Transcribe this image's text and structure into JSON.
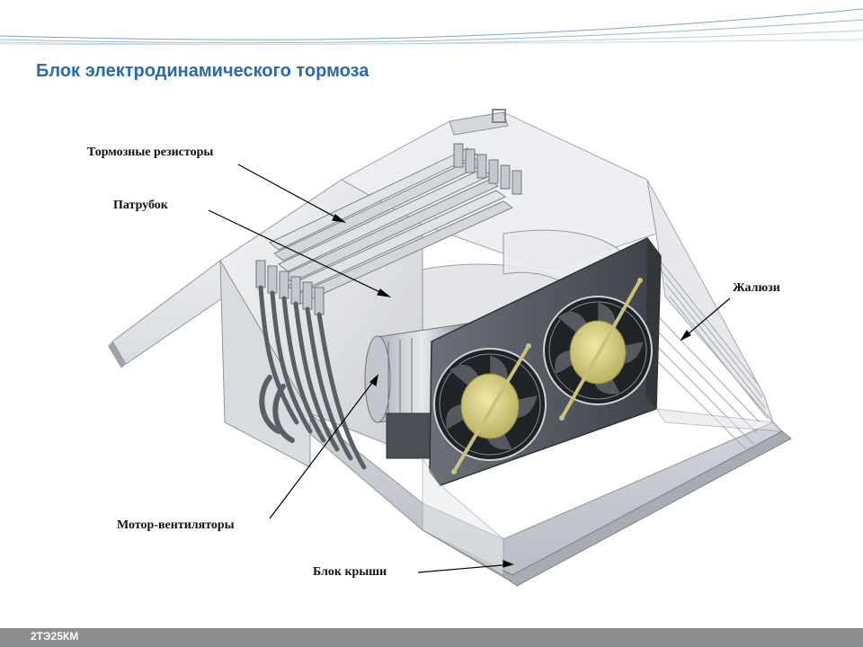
{
  "slide": {
    "title": "Блок электродинамического тормоза",
    "footer": "2ТЭ25КМ"
  },
  "diagram": {
    "labels": {
      "resistors": "Тормозные резисторы",
      "nozzle": "Патрубок",
      "louvers": "Жалюзи",
      "motor_fans": "Мотор-вентиляторы",
      "roof_block": "Блок крыши"
    }
  },
  "colors": {
    "title": "#2b6aa8",
    "footer_bg": "#8a8f94",
    "fan_hub": "#d9d27e"
  }
}
